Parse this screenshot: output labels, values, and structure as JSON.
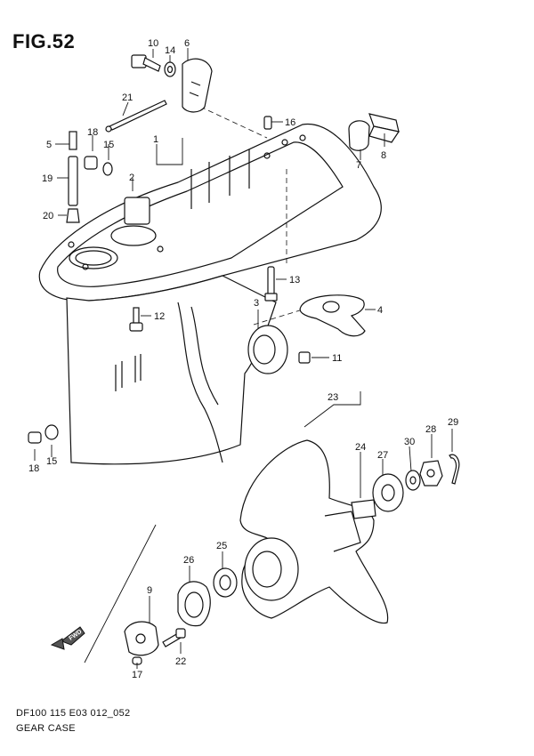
{
  "figure": {
    "title": "FIG.52"
  },
  "footer": {
    "code": "DF100 115 E03 012_052",
    "name": "GEAR CASE"
  },
  "direction_marker": "FWD",
  "callouts": {
    "p1": "1",
    "p2": "2",
    "p3": "3",
    "p4": "4",
    "p5": "5",
    "p6": "6",
    "p7": "7",
    "p8": "8",
    "p9": "9",
    "p10": "10",
    "p11": "11",
    "p12": "12",
    "p13": "13",
    "p14": "14",
    "p15a": "15",
    "p15b": "15",
    "p16": "16",
    "p17": "17",
    "p18a": "18",
    "p18b": "18",
    "p19": "19",
    "p20": "20",
    "p21": "21",
    "p22": "22",
    "p23": "23",
    "p24": "24",
    "p25": "25",
    "p26": "26",
    "p27": "27",
    "p28": "28",
    "p29": "29",
    "p30": "30"
  }
}
